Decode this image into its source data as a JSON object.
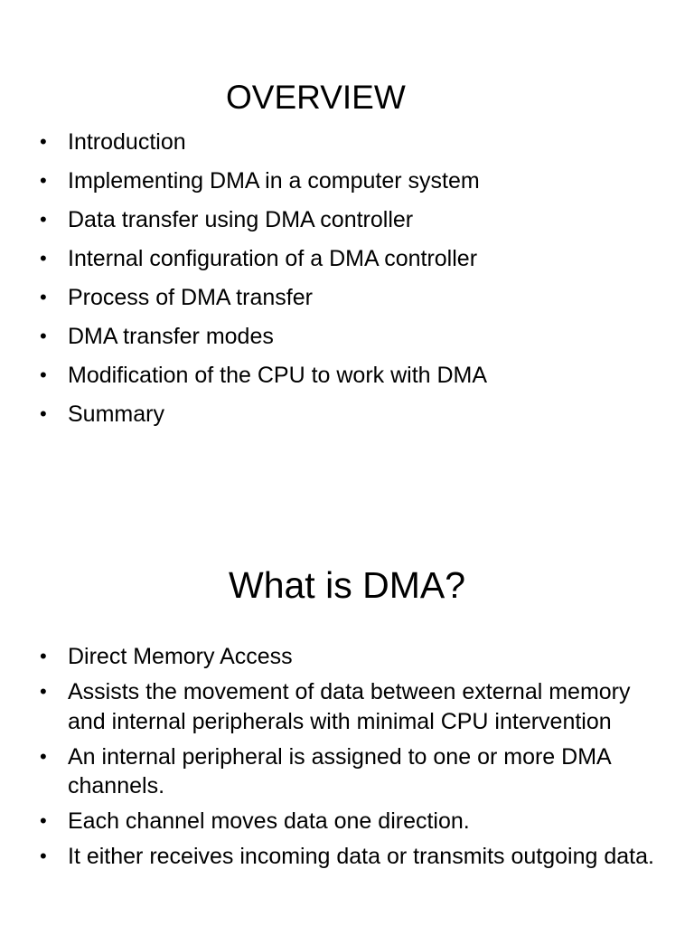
{
  "slides": [
    {
      "title": "OVERVIEW",
      "bullets": [
        "Introduction",
        "Implementing DMA in a computer system",
        "Data transfer using DMA controller",
        "Internal configuration of a DMA controller",
        "Process of DMA transfer",
        "DMA transfer modes",
        "Modification of the CPU to work with DMA",
        "Summary"
      ]
    },
    {
      "title": "What is DMA?",
      "bullets": [
        "Direct Memory Access",
        "Assists the movement of data between external memory and internal peripherals with minimal CPU intervention",
        "An internal peripheral is assigned to one or more DMA channels.",
        "Each channel moves data one direction.",
        "It either receives incoming data or transmits outgoing data."
      ]
    }
  ],
  "bullet_glyph": "•"
}
